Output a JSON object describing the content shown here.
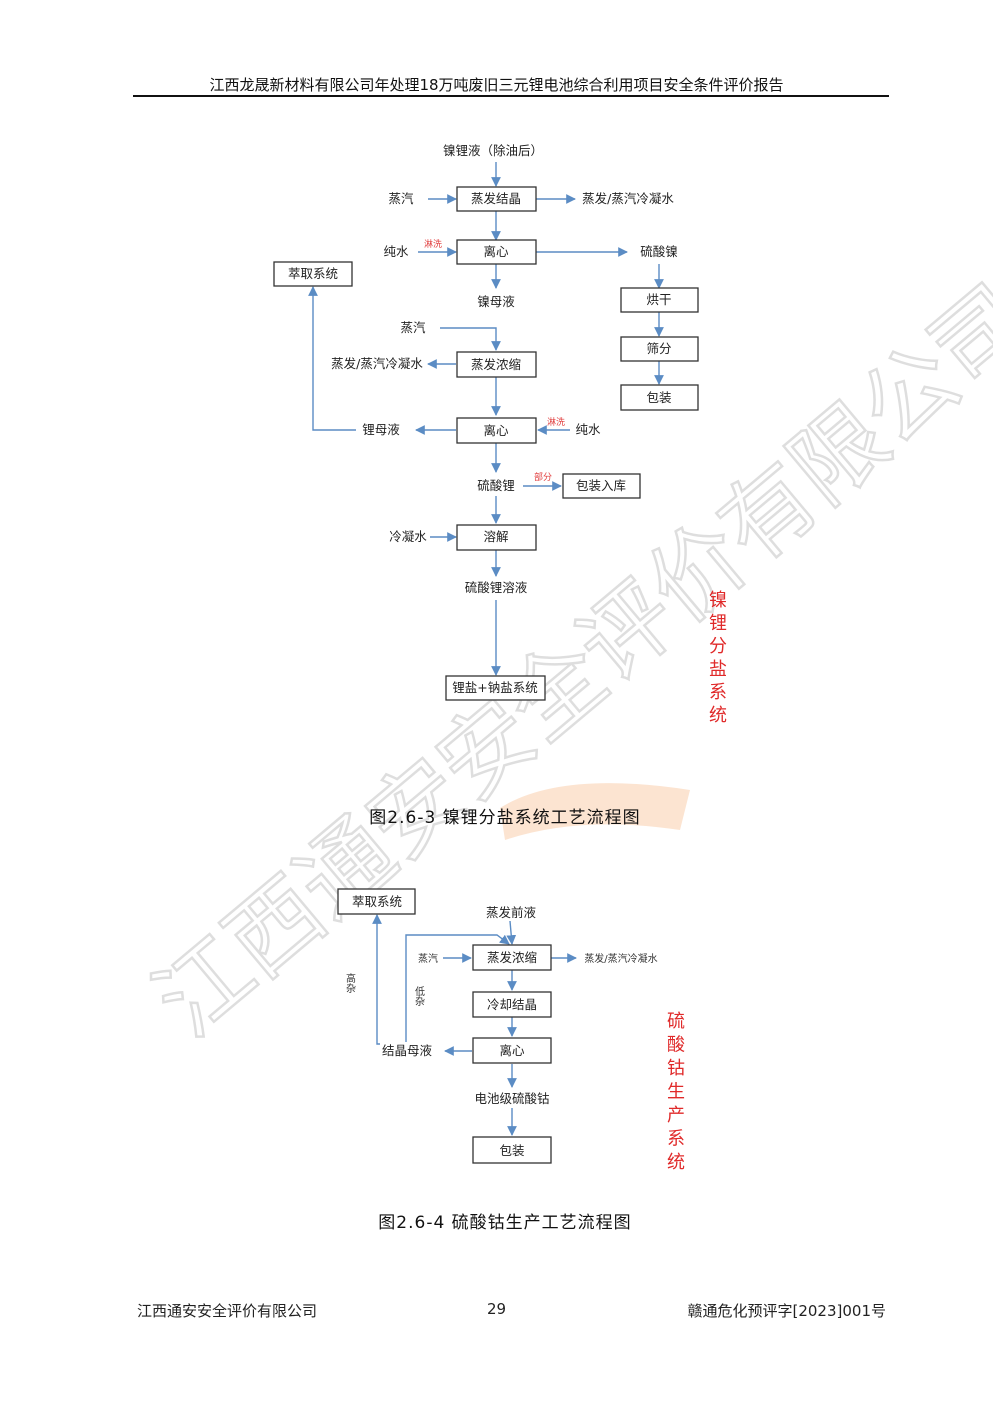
{
  "header": {
    "title": "江西龙晟新材料有限公司年处理18万吨废旧三元锂电池综合利用项目安全条件评价报告"
  },
  "footer": {
    "company": "江西通安安全评价有限公司",
    "page": "29",
    "doc_no": "赣通危化预评字[2023]001号"
  },
  "watermark": {
    "text": "江西通安安全评价有限公司"
  },
  "colors": {
    "arrow": "#5b8cc4",
    "red_label": "#e02a2a",
    "box_border": "#333333"
  },
  "figure1": {
    "caption": "图2.6-3  镍锂分盐系统工艺流程图",
    "side_label": "镍锂分盐系统",
    "labels": {
      "input_top": "镍锂液（除油后）",
      "steam_1": "蒸汽",
      "box_evap_cryst": "蒸发结晶",
      "out_condensate_1": "蒸发/蒸汽冷凝水",
      "pure_water_1": "纯水",
      "rinse_1": "淋洗",
      "box_centrifuge_1": "离心",
      "nickel_sulfate": "硫酸镍",
      "box_extraction": "萃取系统",
      "nickel_mother_liquor": "镍母液",
      "box_drying": "烘干",
      "steam_2": "蒸汽",
      "box_screening": "筛分",
      "out_condensate_2": "蒸发/蒸汽冷凝水",
      "box_evap_conc": "蒸发浓缩",
      "box_packing": "包装",
      "lithium_mother_liquor": "锂母液",
      "box_centrifuge_2": "离心",
      "rinse_2": "淋洗",
      "pure_water_2": "纯水",
      "lithium_sulfate": "硫酸锂",
      "partial": "部分",
      "box_pack_store": "包装入库",
      "condensate_water": "冷凝水",
      "box_dissolve": "溶解",
      "lithium_sulfate_solution": "硫酸锂溶液",
      "box_salt_system": "锂盐+钠盐系统"
    }
  },
  "figure2": {
    "caption": "图2.6-4  硫酸钴生产工艺流程图",
    "side_label": "硫酸钴生产系统",
    "labels": {
      "box_extraction": "萃取系统",
      "pre_evap_liquid": "蒸发前液",
      "steam": "蒸汽",
      "box_evap_conc": "蒸发浓缩",
      "out_condensate": "蒸发/蒸汽冷凝水",
      "high_impurity": "高杂",
      "low_impurity": "低杂",
      "box_cool_cryst": "冷却结晶",
      "cryst_mother_liquor": "结晶母液",
      "box_centrifuge": "离心",
      "battery_cobalt_sulfate": "电池级硫酸钴",
      "box_packing": "包装"
    }
  }
}
